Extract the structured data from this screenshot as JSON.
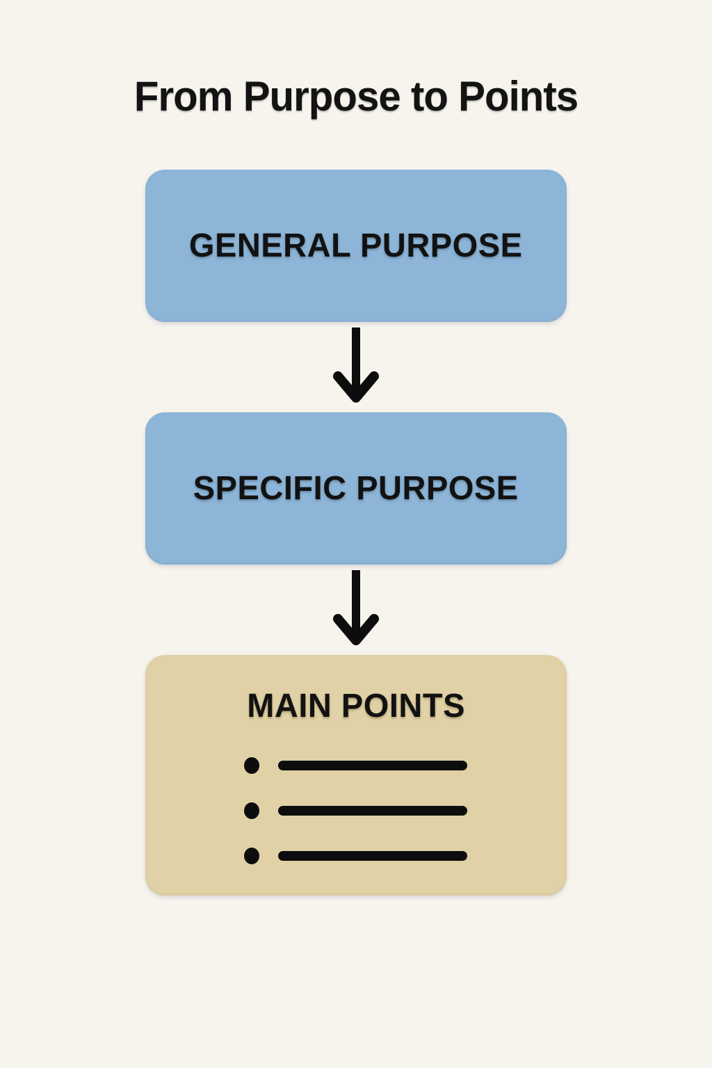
{
  "page": {
    "title": "From Purpose to Points"
  },
  "flow": {
    "steps": [
      {
        "id": "general-purpose",
        "label": "GENERAL PURPOSE",
        "fill": "#8db5d7"
      },
      {
        "id": "specific-purpose",
        "label": "SPECIFIC PURPOSE",
        "fill": "#8db5d7"
      },
      {
        "id": "main-points",
        "label": "MAIN POINTS",
        "fill": "#e1d1a6",
        "bullet_count": 3
      }
    ],
    "connector": "arrow-down"
  },
  "colors": {
    "background": "#f7f4ee",
    "box_blue": "#8db5d7",
    "box_tan": "#e1d1a6",
    "ink": "#131313"
  }
}
